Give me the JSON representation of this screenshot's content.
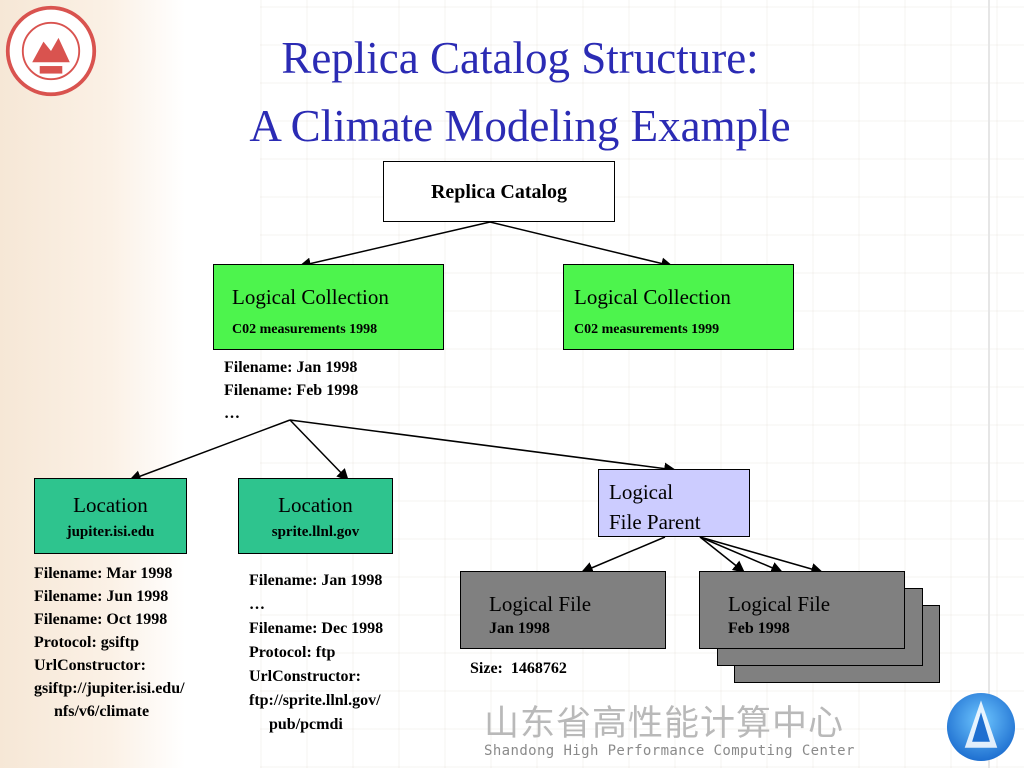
{
  "slide": {
    "title_line1": "Replica Catalog Structure:",
    "title_line2": "A Climate Modeling Example"
  },
  "diagram": {
    "root": {
      "label": "Replica Catalog"
    },
    "collection_1": {
      "label": "Logical Collection",
      "sublabel": "C02 measurements 1998"
    },
    "collection_2": {
      "label": "Logical Collection",
      "sublabel": "C02 measurements 1999"
    },
    "collection_1_files": [
      "Filename: Jan 1998",
      "Filename: Feb 1998",
      "…"
    ],
    "location_1": {
      "label": "Location",
      "sublabel": "jupiter.isi.edu"
    },
    "location_2": {
      "label": "Location",
      "sublabel": "sprite.llnl.gov"
    },
    "file_parent": {
      "label_line1": "Logical",
      "label_line2": "File Parent"
    },
    "location_1_details": [
      "Filename: Mar 1998",
      "Filename: Jun 1998",
      "Filename: Oct 1998",
      "Protocol: gsiftp",
      "UrlConstructor:",
      "gsiftp://jupiter.isi.edu/",
      "     nfs/v6/climate"
    ],
    "location_2_details": [
      "Filename: Jan 1998",
      "…",
      "Filename: Dec 1998",
      "Protocol: ftp",
      "UrlConstructor:",
      "ftp://sprite.llnl.gov/",
      "     pub/pcmdi"
    ],
    "logical_file_1": {
      "label": "Logical File",
      "sublabel": "Jan 1998"
    },
    "logical_file_2": {
      "label": "Logical File",
      "sublabel": "Feb 1998"
    },
    "size_label": "Size:  1468762"
  },
  "footer": {
    "name_zh": "山东省高性能计算中心",
    "name_en": "Shandong High Performance Computing Center"
  },
  "colors": {
    "title": "#2b2bb4",
    "collection_fill": "#4df44d",
    "location_fill": "#2ec48e",
    "file_parent_fill": "#ccccff",
    "logical_file_fill": "#808080"
  }
}
